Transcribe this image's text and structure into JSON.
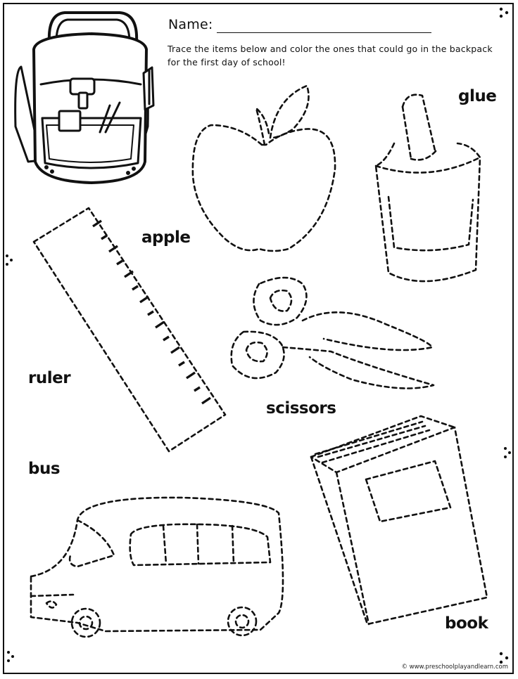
{
  "header": {
    "name_label": "Name:",
    "instructions": "Trace the items below and color the ones that could go in the backpack for the first day of school!"
  },
  "labels": {
    "glue": "glue",
    "apple": "apple",
    "ruler": "ruler",
    "scissors": "scissors",
    "bus": "bus",
    "book": "book"
  },
  "footer": {
    "website": "© www.preschoolplayandlearn.com"
  },
  "icons": [
    "backpack-icon",
    "apple-icon",
    "glue-icon",
    "ruler-icon",
    "scissors-icon",
    "bus-icon",
    "book-icon"
  ]
}
